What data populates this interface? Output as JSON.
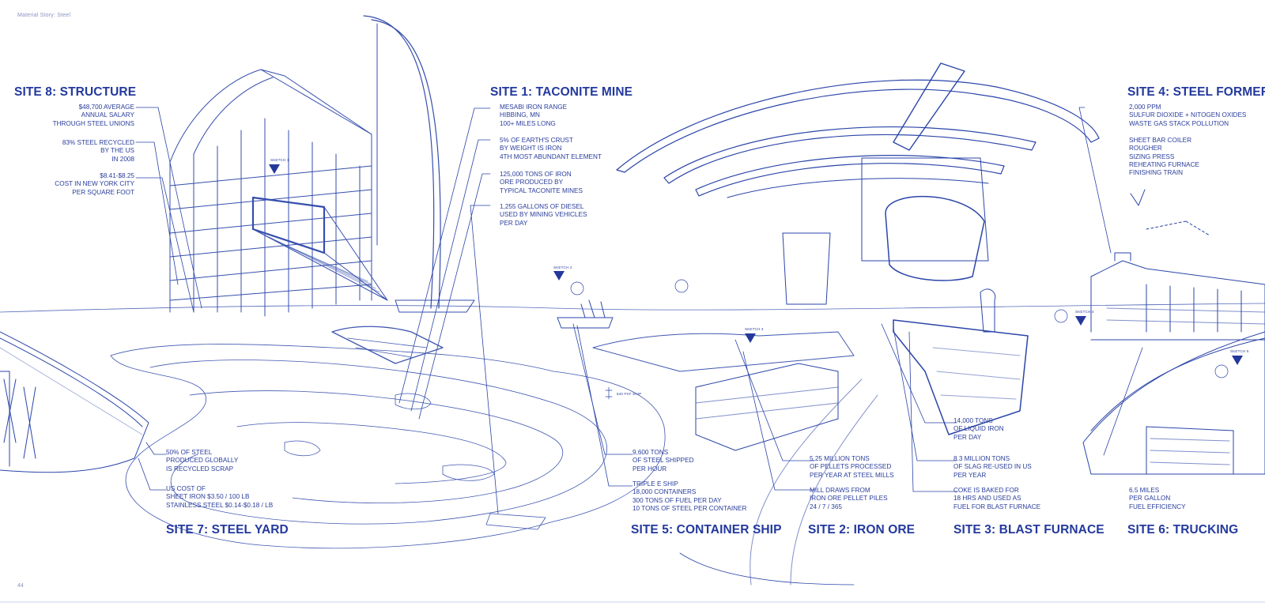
{
  "header": {
    "running_title": "Material Story: Steel",
    "page_number": "44"
  },
  "accent_color": "#24389c",
  "sites": [
    {
      "id": "site8",
      "title": "SITE 8: STRUCTURE",
      "notes": [
        "$48,700 AVERAGE\nANNUAL SALARY\nTHROUGH STEEL UNIONS",
        "83% STEEL RECYCLED\nBY THE US\nIN 2008",
        "$8.41-$8.25\nCOST IN NEW YORK CITY\nPER SQUARE FOOT"
      ]
    },
    {
      "id": "site1",
      "title": "SITE 1: TACONITE MINE",
      "notes": [
        "MESABI IRON RANGE\nHIBBING, MN\n100+ MILES LONG",
        "5% OF EARTH'S CRUST\nBY WEIGHT IS IRON\n4TH MOST ABUNDANT ELEMENT",
        "125,000 TONS OF IRON\nORE PRODUCED BY\nTYPICAL TACONITE MINES",
        "1,255 GALLONS OF DIESEL\nUSED BY MINING VEHICLES\nPER DAY"
      ]
    },
    {
      "id": "site4",
      "title": "SITE 4: STEEL FORMER",
      "notes": [
        "2,000 PPM\nSULFUR DIOXIDE + NITOGEN OXIDES\nWASTE GAS STACK POLLUTION",
        "SHEET BAR COILER\nROUGHER\nSIZING PRESS\nREHEATING FURNACE\nFINISHING TRAIN"
      ]
    },
    {
      "id": "site7",
      "title": "SITE 7: STEEL YARD",
      "notes": [
        "50% OF STEEL\nPRODUCED GLOBALLY\nIS RECYCLED SCRAP",
        "US COST OF\nSHEET IRON $3.50 / 100 LB\nSTAINLESS STEEL $0.14-$0.18 / LB"
      ]
    },
    {
      "id": "site5",
      "title": "SITE 5: CONTAINER SHIP",
      "notes": [
        "9,600 TONS\nOF STEEL SHIPPED\nPER HOUR",
        "TRIPLE E SHIP\n18,000 CONTAINERS\n300 TONS OF FUEL PER DAY\n10 TONS OF STEEL PER CONTAINER"
      ]
    },
    {
      "id": "site2",
      "title": "SITE 2: IRON ORE",
      "notes": [
        "5.25 MILLION TONS\nOF PELLETS PROCESSED\nPER YEAR AT STEEL MILLS",
        "MILL DRAWS FROM\nIRON ORE PELLET PILES\n24 / 7 / 365"
      ]
    },
    {
      "id": "site3",
      "title": "SITE 3: BLAST FURNACE",
      "notes": [
        "14,000 TONS\nOF LIQUID IRON\nPER DAY",
        "8.3 MILLION TONS\nOF SLAG RE-USED IN US\nPER YEAR",
        "COKE IS BAKED FOR\n18 HRS AND USED AS\nFUEL FOR BLAST FURNACE"
      ]
    },
    {
      "id": "site6",
      "title": "SITE 6: TRUCKING",
      "notes": [
        "6.5 MILES\nPER GALLON\nFUEL EFFICIENCY"
      ]
    }
  ],
  "sketch_tags": [
    "SKETCH 1",
    "SKETCH 2",
    "SKETCH 3",
    "SKETCH 4",
    "SKETCH 5"
  ],
  "ship_tag": "840 FKF SHIP"
}
